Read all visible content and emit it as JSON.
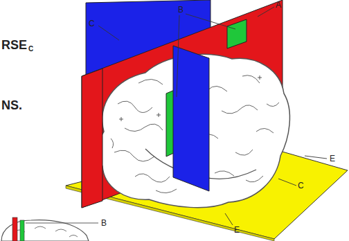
{
  "diagram": {
    "labels": [
      "C",
      "B",
      "A",
      "E",
      "C",
      "E",
      "RSE",
      "C",
      "NS.",
      "B"
    ]
  }
}
